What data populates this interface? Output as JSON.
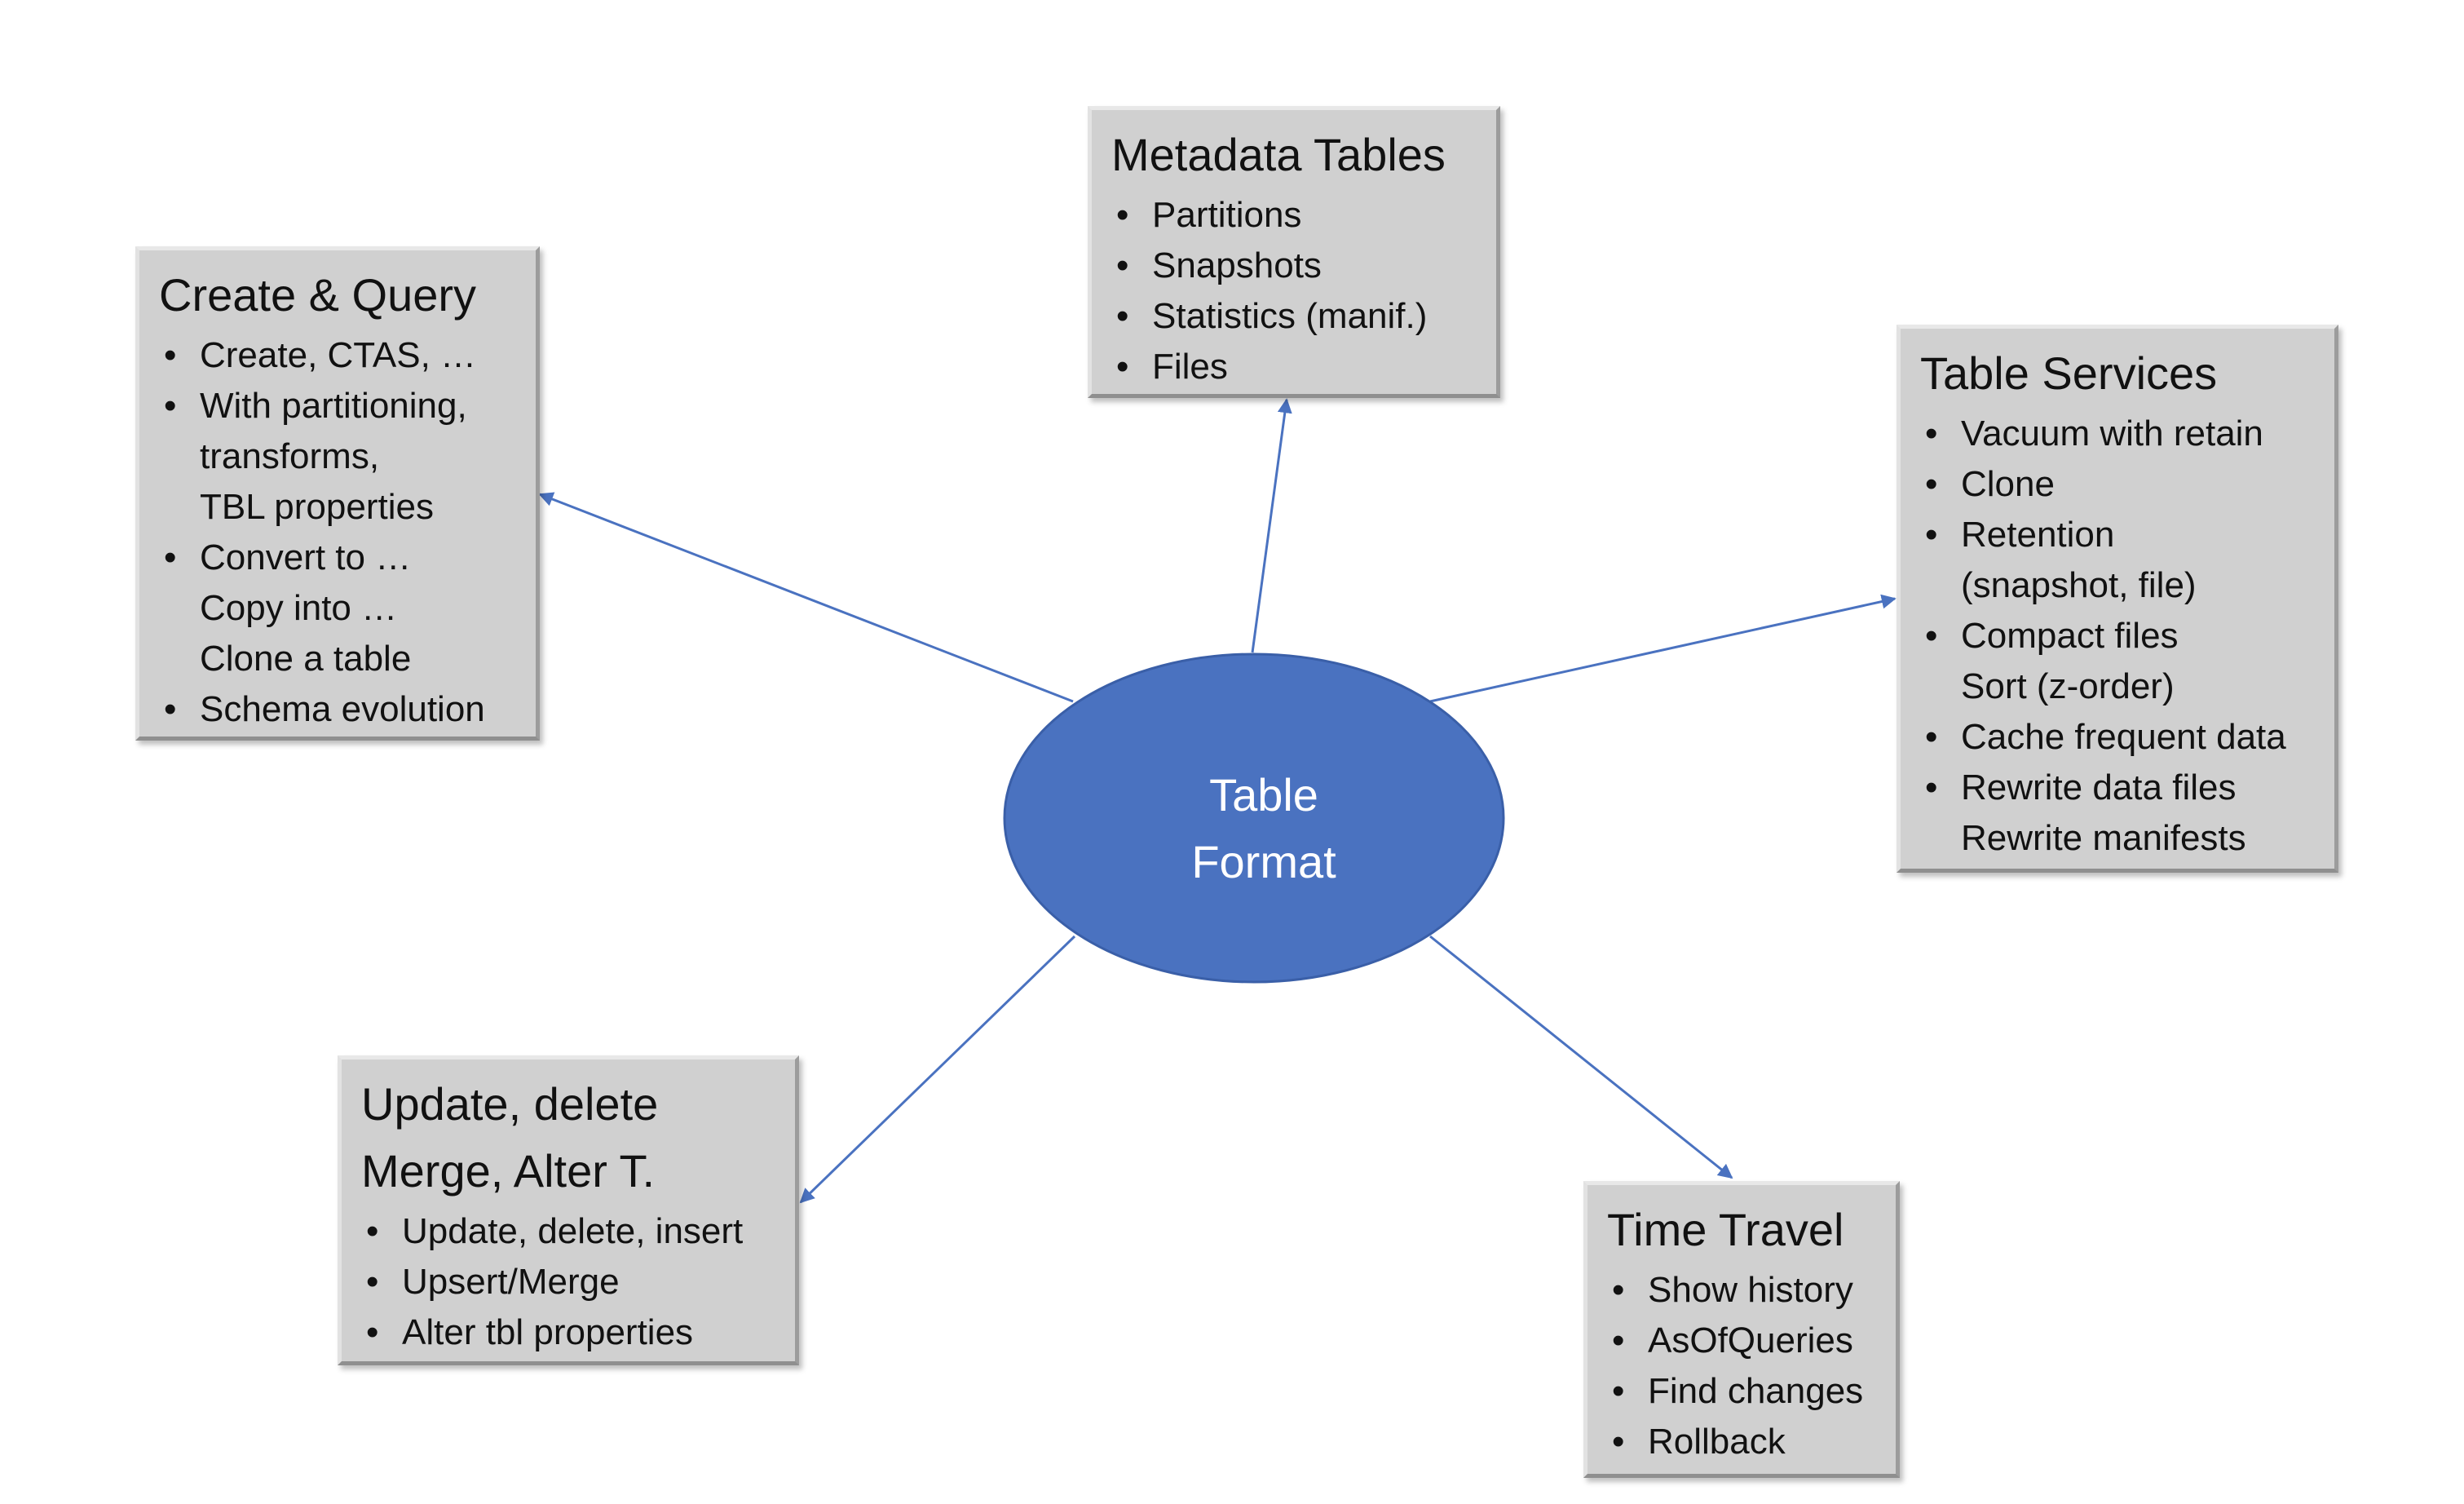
{
  "center": {
    "lines": [
      "Table",
      "Format"
    ],
    "fill": "#4a72c0",
    "stroke": "#3a5fa8"
  },
  "arrow_color": "#4a72c0",
  "box_fill": "#d0d0d0",
  "boxes": {
    "create": {
      "title": [
        "Create & Query"
      ],
      "items": [
        [
          "Create, CTAS, …"
        ],
        [
          "With partitioning,",
          "transforms,",
          "TBL properties"
        ],
        [
          "Convert to …",
          "Copy into …",
          "Clone a table"
        ],
        [
          "Schema evolution"
        ]
      ]
    },
    "metadata": {
      "title": [
        "Metadata Tables"
      ],
      "items": [
        [
          "Partitions"
        ],
        [
          "Snapshots"
        ],
        [
          "Statistics (manif.)"
        ],
        [
          "Files"
        ]
      ]
    },
    "services": {
      "title": [
        "Table Services"
      ],
      "items": [
        [
          "Vacuum with retain"
        ],
        [
          "Clone"
        ],
        [
          "Retention",
          "(snapshot, file)"
        ],
        [
          "Compact files",
          "Sort (z-order)"
        ],
        [
          "Cache frequent data"
        ],
        [
          "Rewrite data files",
          "Rewrite manifests"
        ]
      ]
    },
    "update": {
      "title": [
        "Update, delete",
        "Merge, Alter T."
      ],
      "items": [
        [
          "Update, delete, insert"
        ],
        [
          "Upsert/Merge"
        ],
        [
          "Alter tbl properties"
        ]
      ]
    },
    "time": {
      "title": [
        "Time Travel"
      ],
      "items": [
        [
          "Show history"
        ],
        [
          "AsOfQueries"
        ],
        [
          "Find changes"
        ],
        [
          "Rollback"
        ]
      ]
    }
  }
}
